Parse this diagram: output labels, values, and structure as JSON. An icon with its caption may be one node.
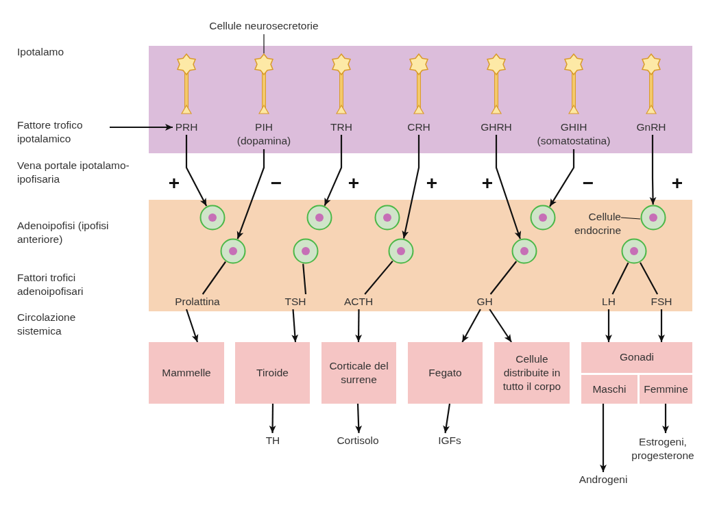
{
  "diagram": {
    "nodes": [
      {
        "text": [
          "Cellule neurosecretorie"
        ]
      },
      {
        "text": [],
        "shape": "neuron"
      },
      {
        "text": [
          "Fattore trofico ipotalamico"
        ]
      },
      {
        "text": [
          "PRH"
        ]
      },
      {
        "text": [
          "PIH (dopamina)"
        ]
      },
      {
        "text": [
          "TRH"
        ]
      },
      {
        "text": [
          "CRH"
        ]
      },
      {
        "text": [
          "GHRH"
        ]
      },
      {
        "text": [
          "GHIH (somatostatina)"
        ]
      },
      {
        "text": [
          "GnRH"
        ]
      },
      {
        "text": [],
        "shape": "circle"
      },
      {
        "text": [],
        "shape": "circle"
      },
      {
        "text": [],
        "shape": "circle"
      },
      {
        "text": [],
        "shape": "circle"
      },
      {
        "text": [],
        "shape": "circle"
      },
      {
        "text": [],
        "shape": "circle"
      },
      {
        "text": [],
        "shape": "circle"
      },
      {
        "text": [],
        "shape": "circle"
      },
      {
        "text": [
          "Cellule endocrine"
        ]
      },
      {
        "text": [],
        "shape": "circle"
      },
      {
        "text": [],
        "shape": "circle"
      },
      {
        "text": [
          "Prolattina"
        ]
      },
      {
        "text": [
          "TSH"
        ]
      },
      {
        "text": [
          "ACTH"
        ]
      },
      {
        "text": [
          "GH"
        ]
      },
      {
        "text": [
          "LH"
        ]
      },
      {
        "text": [
          "FSH"
        ]
      },
      {
        "text": [
          "Mammelle"
        ]
      },
      {
        "text": [
          "Tiroide"
        ]
      },
      {
        "text": [
          "Corticale del surrene"
        ]
      },
      {
        "text": [
          "Fegato"
        ]
      },
      {
        "text": [
          "Cellule distribuite in tutto il corpo"
        ]
      },
      {
        "text": [
          "Gonadi"
        ]
      },
      {
        "text": [
          "Maschi"
        ],
        "in": 32
      },
      {
        "text": [
          "Femmine"
        ],
        "in": 32
      },
      {
        "text": [
          "TH"
        ]
      },
      {
        "text": [
          "Cortisolo"
        ]
      },
      {
        "text": [
          "IGFs"
        ]
      },
      {
        "text": [
          "Estrogeni, progesterone"
        ]
      },
      {
        "text": [
          "Androgeni"
        ]
      }
    ],
    "edges": [
      {
        "from": 0,
        "to": 1,
        "arrow": "none"
      },
      {
        "from": 2,
        "to": 3,
        "arrow": "to"
      },
      {
        "from": 3,
        "to": 10,
        "arrow": "to",
        "label": "+"
      },
      {
        "from": 4,
        "to": 11,
        "arrow": "to",
        "label": "−"
      },
      {
        "from": 5,
        "to": 12,
        "arrow": "to",
        "label": "+"
      },
      {
        "from": 6,
        "to": 15,
        "arrow": "to",
        "label": "+"
      },
      {
        "from": 7,
        "to": 17,
        "arrow": "to",
        "label": "+"
      },
      {
        "from": 8,
        "to": 16,
        "arrow": "to",
        "label": "−"
      },
      {
        "from": 9,
        "to": 19,
        "arrow": "to",
        "label": "+"
      },
      {
        "from": 11,
        "to": 21,
        "arrow": "none"
      },
      {
        "from": 13,
        "to": 22,
        "arrow": "none"
      },
      {
        "from": 15,
        "to": 23,
        "arrow": "none"
      },
      {
        "from": 17,
        "to": 24,
        "arrow": "none"
      },
      {
        "from": 20,
        "to": 25,
        "arrow": "none"
      },
      {
        "from": 20,
        "to": 26,
        "arrow": "none"
      },
      {
        "from": 18,
        "to": 19,
        "arrow": "none"
      },
      {
        "from": 21,
        "to": 27,
        "arrow": "to"
      },
      {
        "from": 22,
        "to": 28,
        "arrow": "to"
      },
      {
        "from": 23,
        "to": 29,
        "arrow": "to"
      },
      {
        "from": 24,
        "to": 30,
        "arrow": "to"
      },
      {
        "from": 24,
        "to": 31,
        "arrow": "to"
      },
      {
        "from": 25,
        "to": 32,
        "arrow": "to"
      },
      {
        "from": 26,
        "to": 32,
        "arrow": "to"
      },
      {
        "from": 28,
        "to": 35,
        "arrow": "to"
      },
      {
        "from": 29,
        "to": 36,
        "arrow": "to"
      },
      {
        "from": 30,
        "to": 37,
        "arrow": "to"
      },
      {
        "from": 33,
        "to": 39,
        "arrow": "to"
      },
      {
        "from": 34,
        "to": 38,
        "arrow": "to"
      }
    ],
    "labels": [
      "Ipotalamo",
      "Vena portale ipotalamo-ipofisaria",
      "Adenoipofisi (ipofisi anteriore)",
      "Fattori trofici adenoipofisari",
      "Circolazione sistemica"
    ]
  }
}
